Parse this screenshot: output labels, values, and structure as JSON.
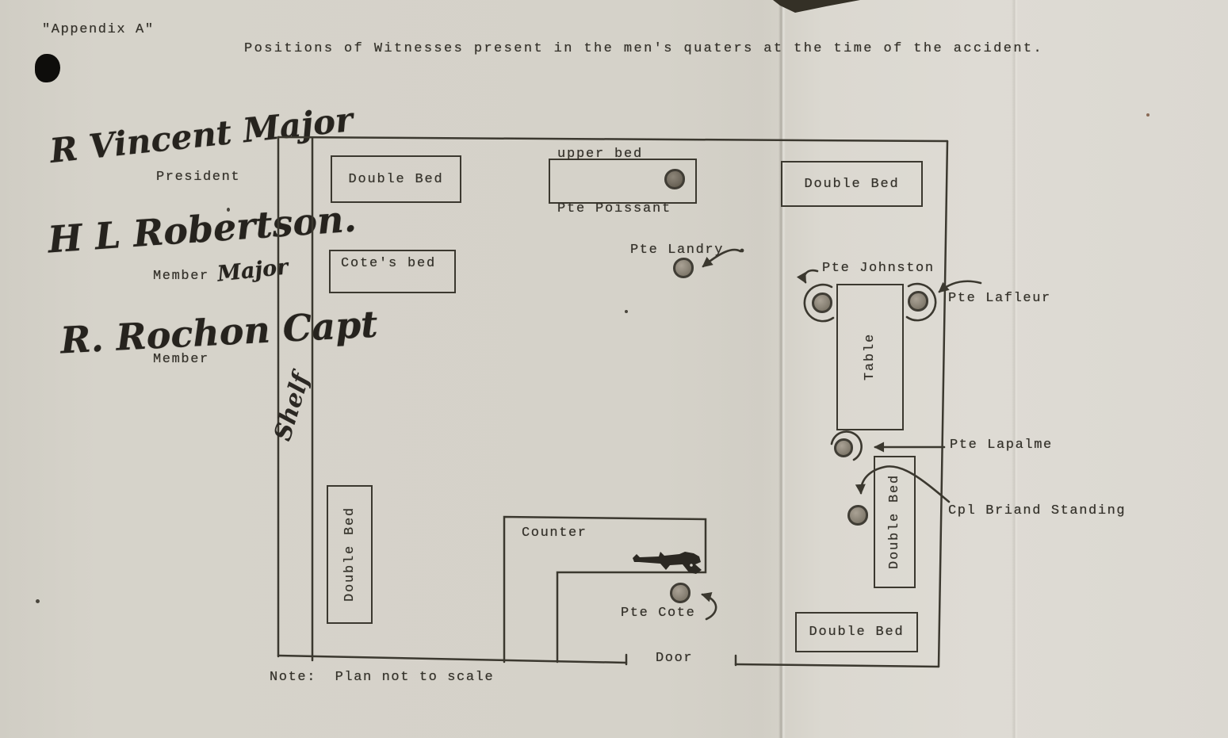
{
  "document": {
    "appendix_label": "\"Appendix A\"",
    "title": "Positions of Witnesses present in the men's quaters at the time of the accident.",
    "note": "Note:  Plan not to scale"
  },
  "signatures": [
    {
      "name": "R Vincent Major",
      "role": "President",
      "annotation": ""
    },
    {
      "name": "H L Robertson.",
      "role": "Member",
      "annotation": "Major"
    },
    {
      "name": "R. Rochon Capt",
      "role": "Member",
      "annotation": ""
    }
  ],
  "plan": {
    "shelf_label": "Shelf",
    "door_label": "Door",
    "furniture": {
      "bed_top_left": "Double Bed",
      "upper_bed_line1": "upper bed",
      "upper_bed_line2": "Pte Poissant",
      "bed_top_right": "Double Bed",
      "cotes_bed": "Cote's bed",
      "bed_left_vertical": "Double Bed",
      "table": "Table",
      "bed_right_vertical": "Double Bed",
      "bed_bottom_right": "Double Bed",
      "counter": "Counter"
    },
    "witnesses": {
      "landry": "Pte Landry",
      "johnston": "Pte Johnston",
      "lafleur": "Pte Lafleur",
      "lapalme": "Pte Lapalme",
      "briand": "Cpl Briand Standing",
      "cote": "Pte Cote"
    }
  },
  "colors": {
    "paper": "#d5d2c9",
    "ink": "#34312a",
    "pencil_dot": "#8a8376"
  }
}
